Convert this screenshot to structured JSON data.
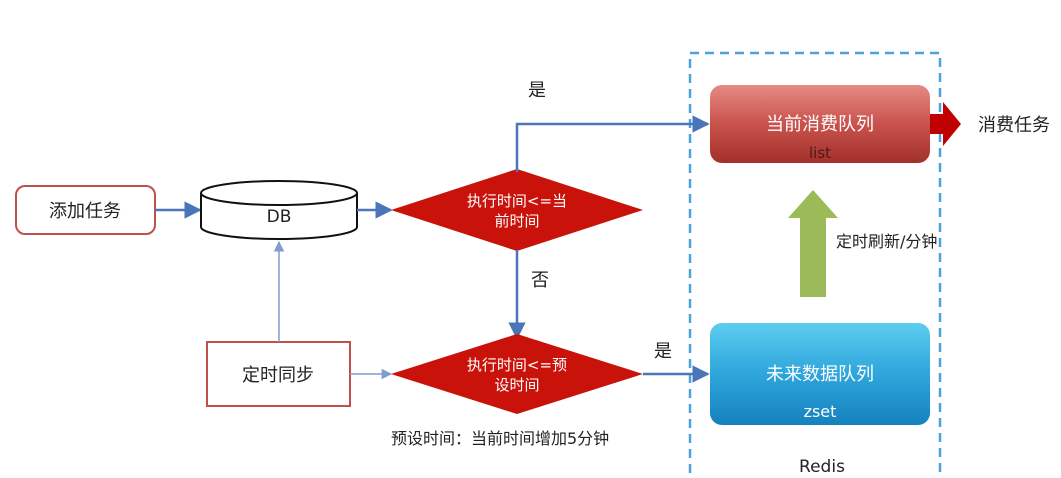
{
  "nodes": {
    "add_task": "添加任务",
    "db": "DB",
    "timed_sync": "定时同步",
    "decision_now": {
      "line1": "执行时间<=当",
      "line2": "前时间"
    },
    "decision_preset": {
      "line1": "执行时间<=预",
      "line2": "设时间"
    },
    "current_queue": {
      "title": "当前消费队列",
      "type": "list"
    },
    "future_queue": {
      "title": "未来数据队列",
      "type": "zset"
    },
    "consume_task": "消费任务"
  },
  "labels": {
    "yes_top": "是",
    "no": "否",
    "yes_bottom": "是",
    "refresh": "定时刷新/分钟",
    "preset_note": "预设时间：当前时间增加5分钟",
    "redis": "Redis"
  },
  "colors": {
    "arrow_blue": "#4a76b8",
    "decision_red": "#c8120a",
    "box_border_red": "#c0504d",
    "queue_red_top": "#e1837e",
    "queue_red_bottom": "#a9342f",
    "queue_blue_top": "#56c8ee",
    "queue_blue_bottom": "#1a86c2",
    "refresh_green": "#9bbb59",
    "consume_arrow": "#c00000",
    "redis_border": "#4aa3df"
  }
}
